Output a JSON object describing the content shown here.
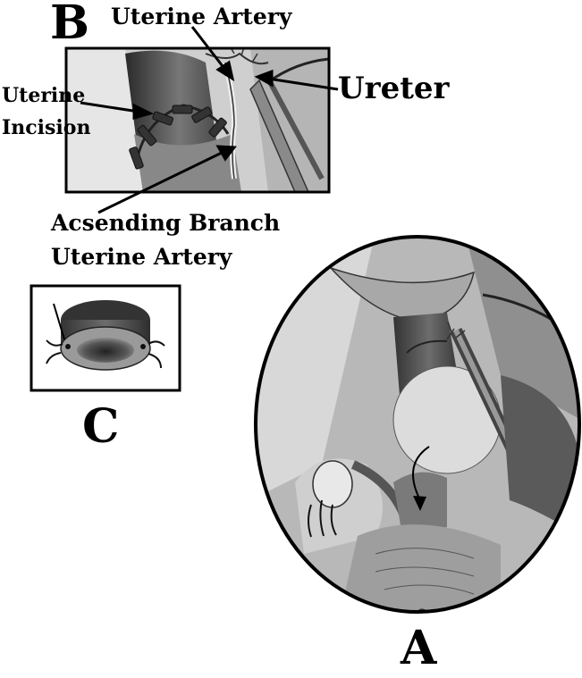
{
  "panels": {
    "b": {
      "letter": "B"
    },
    "c": {
      "letter": "C"
    },
    "a": {
      "letter": "A"
    }
  },
  "labels": {
    "uterine_artery": "Uterine Artery",
    "uterine_incision_1": "Uterine",
    "uterine_incision_2": "Incision",
    "ureter": "Ureter",
    "ascending_branch_1": "Acsending Branch",
    "ascending_branch_2": "Uterine Artery"
  }
}
